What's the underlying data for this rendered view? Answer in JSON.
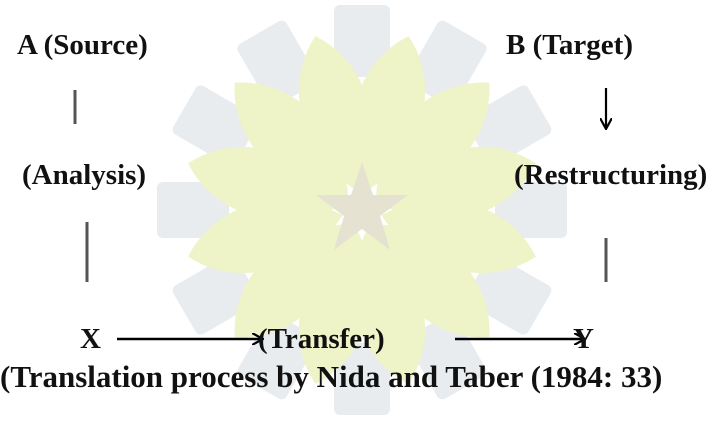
{
  "diagram": {
    "source_label": "A (Source)",
    "target_label": "B (Target)",
    "analysis_label": "(Analysis)",
    "restructuring_label": "(Restructuring)",
    "x_label": "X",
    "transfer_label": "(Transfer)",
    "y_label": "Y"
  },
  "caption": "(Translation process by Nida and Taber (1984: 33)",
  "colors": {
    "text": "#111111",
    "line": "#555555",
    "arrow": "#000000",
    "watermark_yellow": "#eef3c8",
    "watermark_gray": "#e8ecef",
    "watermark_star": "#e6e2d2"
  }
}
